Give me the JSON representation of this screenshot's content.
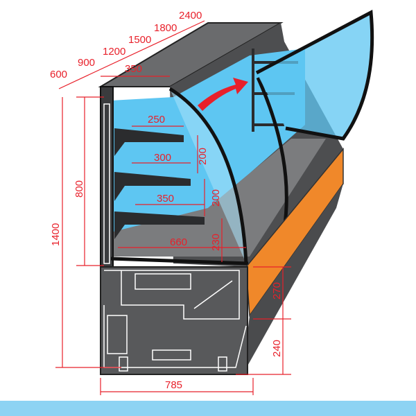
{
  "colors": {
    "body": "#58595b",
    "body_dark": "#3a3b3d",
    "glass": "#5ec6f2",
    "glass_light": "#a9e2fa",
    "orange": "#f0882a",
    "dim": "#e8202a",
    "bar": "#8dd3f3"
  },
  "dimensions": {
    "length_scale": [
      "600",
      "900",
      "1200",
      "1500",
      "1800",
      "2400"
    ],
    "top_depth": "350",
    "shelf_widths": [
      "250",
      "300",
      "350"
    ],
    "shelf_gaps": [
      "200",
      "200",
      "230"
    ],
    "base_depth": "660",
    "display_height": "800",
    "total_height": "1400",
    "front_panel_height": "270",
    "base_height": "240",
    "total_depth": "785"
  }
}
